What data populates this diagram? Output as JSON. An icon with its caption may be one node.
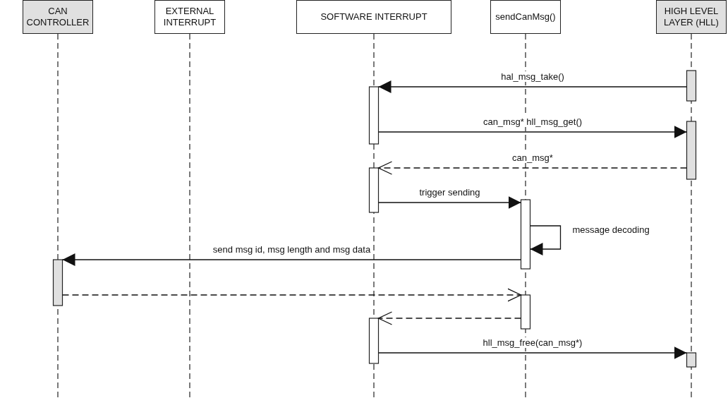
{
  "diagram": {
    "nodes": [
      {
        "text": [
          "CAN CONTROLLER"
        ]
      },
      {
        "text": [
          "EXTERNAL INTERRUPT"
        ]
      },
      {
        "text": [
          "SOFTWARE INTERRUPT"
        ]
      },
      {
        "text": [
          "sendCanMsg()"
        ]
      },
      {
        "text": [
          "HIGH LEVEL LAYER (HLL)"
        ]
      },
      {
        "text": [],
        "shape": "bar"
      },
      {
        "text": [],
        "shape": "bar"
      },
      {
        "text": [],
        "shape": "bar"
      },
      {
        "text": [],
        "shape": "bar"
      },
      {
        "text": [],
        "shape": "bar"
      },
      {
        "text": [],
        "shape": "bar"
      },
      {
        "text": [],
        "shape": "bar"
      },
      {
        "text": [],
        "shape": "bar"
      },
      {
        "text": [],
        "shape": "bar"
      }
    ],
    "edges": [
      {
        "from": 5,
        "to": 6,
        "arrow": "to",
        "label": "hal_msg_take()"
      },
      {
        "from": 6,
        "to": 7,
        "arrow": "to",
        "label": "can_msg* hll_msg_get()"
      },
      {
        "from": 7,
        "to": 8,
        "arrow": "to",
        "label": "can_msg*",
        "style": "dashed"
      },
      {
        "from": 8,
        "to": 9,
        "arrow": "to",
        "label": "trigger sending"
      },
      {
        "from": 9,
        "to": 9,
        "arrow": "to",
        "label": "message decoding"
      },
      {
        "from": 9,
        "to": 10,
        "arrow": "to",
        "label": "send msg id, msg length and msg data"
      },
      {
        "from": 10,
        "to": 11,
        "arrow": "to",
        "style": "dashed"
      },
      {
        "from": 11,
        "to": 12,
        "arrow": "to",
        "style": "dashed"
      },
      {
        "from": 12,
        "to": 13,
        "arrow": "to",
        "label": "hll_msg_free(can_msg*)"
      }
    ]
  }
}
